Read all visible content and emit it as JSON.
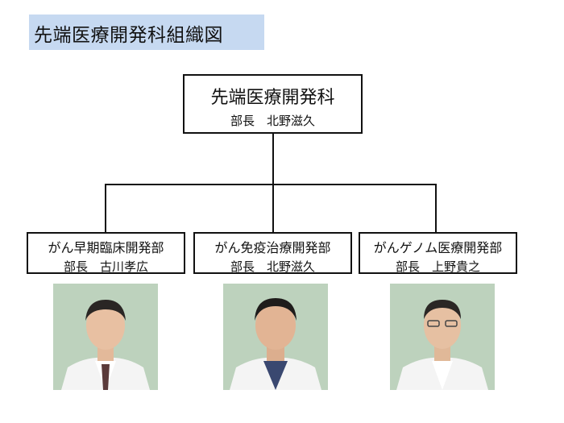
{
  "title": "先端医療開発科組織図",
  "top": {
    "name": "先端医療開発科",
    "head": "部長　北野滋久"
  },
  "departments": [
    {
      "name": "がん早期臨床開発部",
      "head": "部長　古川孝広",
      "icon": "portrait-icon"
    },
    {
      "name": "がん免疫治療開発部",
      "head": "部長　北野滋久",
      "icon": "portrait-icon"
    },
    {
      "name": "がんゲノム医療開発部",
      "head": "部長　上野貴之",
      "icon": "portrait-icon"
    }
  ],
  "colors": {
    "title_band": "#c6d9f1",
    "border": "#111111",
    "photo_background": "#bfd3bf",
    "coat": "#f4f4f4"
  }
}
